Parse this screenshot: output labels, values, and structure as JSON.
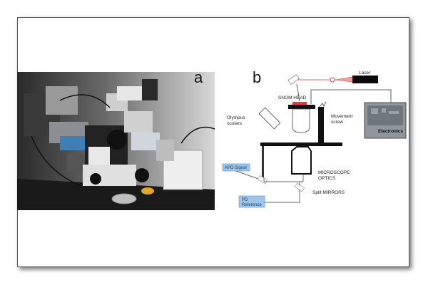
{
  "panels": {
    "a": {
      "letter": "a"
    },
    "b": {
      "letter": "b"
    }
  },
  "diagram": {
    "labels": {
      "laser": "Laser",
      "snom_head": "SNOM HEAD",
      "olympus": "Olympus",
      "oculars": "oculars",
      "movement": "Movement",
      "screw": "screw",
      "electronics": "Electronics",
      "apd_signal": "APD Signal",
      "microscope": "MICROSCOPE",
      "optics": "OPTICS",
      "pd": "PD",
      "reference": "Reference",
      "split_mirrors": "Split MIRRORS"
    }
  },
  "colors": {
    "laser_red": "#e63a3a",
    "box_blue": "#9fc6ea",
    "electronics_gray": "#8f969c",
    "line": "#333333"
  }
}
